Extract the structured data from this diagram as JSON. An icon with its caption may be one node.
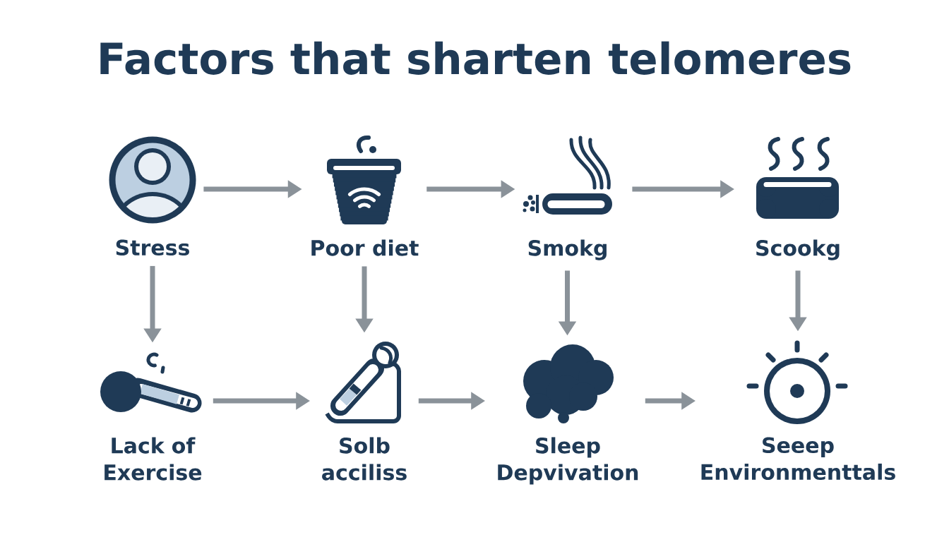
{
  "diagram": {
    "title": "Factors that sharten telomeres",
    "nodes": [
      {
        "text": [
          "Stress"
        ]
      },
      {
        "text": [
          "Poor diet"
        ]
      },
      {
        "text": [
          "Smokg"
        ]
      },
      {
        "text": [
          "Scookg"
        ]
      },
      {
        "text": [
          "Lack of Exercise"
        ]
      },
      {
        "text": [
          "Solb acciliss"
        ]
      },
      {
        "text": [
          "Sleep Depvivation"
        ]
      },
      {
        "text": [
          "Seeep Environmenttals"
        ]
      }
    ],
    "edges": [
      {
        "from": 0,
        "to": 1,
        "arrow": "to"
      },
      {
        "from": 1,
        "to": 2,
        "arrow": "to"
      },
      {
        "from": 2,
        "to": 3,
        "arrow": "to"
      },
      {
        "from": 0,
        "to": 4,
        "arrow": "to"
      },
      {
        "from": 1,
        "to": 5,
        "arrow": "to"
      },
      {
        "from": 2,
        "to": 6,
        "arrow": "to"
      },
      {
        "from": 3,
        "to": 7,
        "arrow": "to"
      },
      {
        "from": 4,
        "to": 5,
        "arrow": "to"
      },
      {
        "from": 5,
        "to": 6,
        "arrow": "to"
      },
      {
        "from": 6,
        "to": 7,
        "arrow": "to"
      }
    ]
  }
}
